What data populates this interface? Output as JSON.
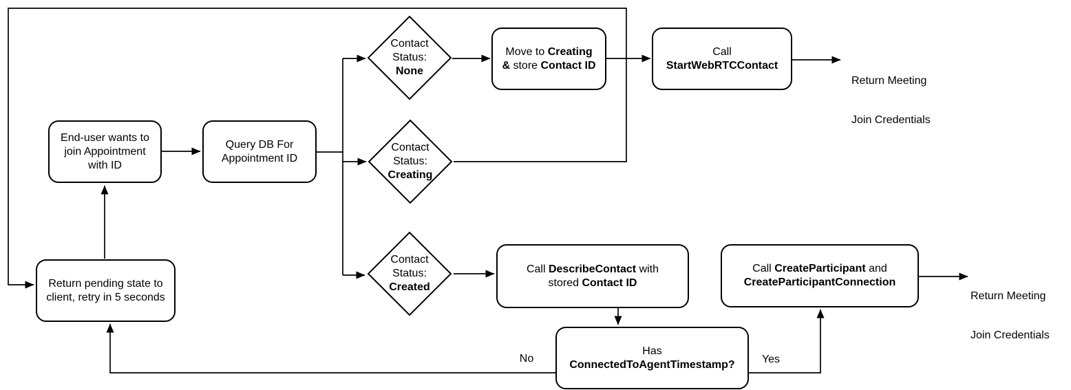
{
  "page": {
    "background_color": "#ffffff",
    "stroke_color": "#000000",
    "node_fill_color": "#ffffff"
  },
  "nodes": {
    "end_user": {
      "line1": "End-user wants to",
      "line2": "join Appointment",
      "line3": "with ID"
    },
    "query_db": {
      "line1": "Query DB For",
      "line2": "Appointment ID"
    },
    "status_none": {
      "line1": "Contact",
      "line2": "Status:",
      "line3": "None"
    },
    "status_creating": {
      "line1": "Contact",
      "line2": "Status:",
      "line3": "Creating"
    },
    "status_created": {
      "line1": "Contact",
      "line2": "Status:",
      "line3": "Created"
    },
    "move_creating": {
      "l1_s1": "Move to ",
      "l1_s2": "Creating",
      "l2_s1": "& ",
      "l2_s2": "store ",
      "l2_s3": "Contact ID"
    },
    "start_webrtc": {
      "line1": "Call",
      "line2": "StartWebRTCContact"
    },
    "describe_contact": {
      "l1_s1": "Call ",
      "l1_s2": "DescribeContact",
      "l1_s3": " with",
      "l2_s1": "stored ",
      "l2_s2": "Contact ID"
    },
    "create_participant": {
      "l1_s1": "Call ",
      "l1_s2": "CreateParticipant",
      "l1_s3": " and",
      "l2_s1": "CreateParticipantConnection"
    },
    "has_timestamp": {
      "line1": "Has",
      "line2": "ConnectedToAgentTimestamp?"
    },
    "return_pending": {
      "line1": "Return pending state to",
      "line2": "client, retry in 5 seconds"
    }
  },
  "labels": {
    "return_credentials_top": {
      "line1": "Return Meeting",
      "line2": "Join Credentials"
    },
    "return_credentials_bottom": {
      "line1": "Return Meeting",
      "line2": "Join Credentials"
    },
    "edge_no": "No",
    "edge_yes": "Yes"
  }
}
